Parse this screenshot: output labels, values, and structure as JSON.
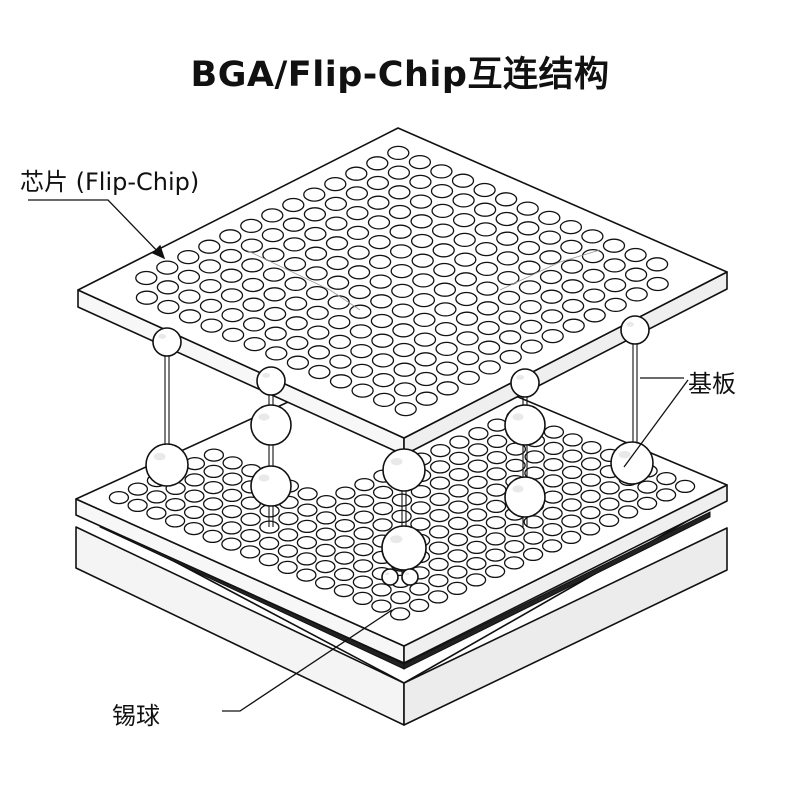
{
  "title": "BGA/Flip-Chip互连结构",
  "labels": {
    "chip": "芯片 (Flip-Chip)",
    "substrate": "基板",
    "solder_ball": "锡球"
  },
  "colors": {
    "stroke": "#111111",
    "fill": "#ffffff",
    "shade": "#f1f1f1"
  }
}
